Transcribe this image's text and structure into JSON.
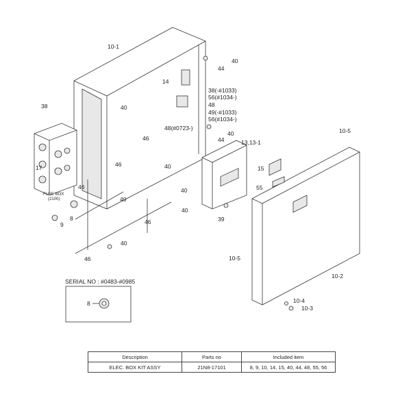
{
  "labels": [
    "10-1",
    "40",
    "44",
    "14",
    "38(-#1033)",
    "56(#1034-)",
    "48",
    "49(-#1033)",
    "56(#1034-)",
    "40",
    "38",
    "48(#0723-)",
    "40",
    "44",
    "10-5",
    "13,13-1",
    "46",
    "46",
    "40",
    "15",
    "17",
    "46",
    "55",
    "40",
    "40",
    "8",
    "FUSE BOX",
    "(2100)",
    "46",
    "40",
    "39",
    "9",
    "10-5",
    "40",
    "46",
    "10-2",
    "10-4",
    "10-3",
    "8"
  ],
  "inset": {
    "serial": "SERIAL NO : #0483-#0985"
  },
  "table": {
    "headers": [
      "Description",
      "Parts no",
      "Included item"
    ],
    "rows": [
      [
        "ELEC. BOX KIT ASSY",
        "21N8-17101",
        "8, 9, 10, 14, 15, 40, 44, 48, 55, 56"
      ]
    ]
  }
}
